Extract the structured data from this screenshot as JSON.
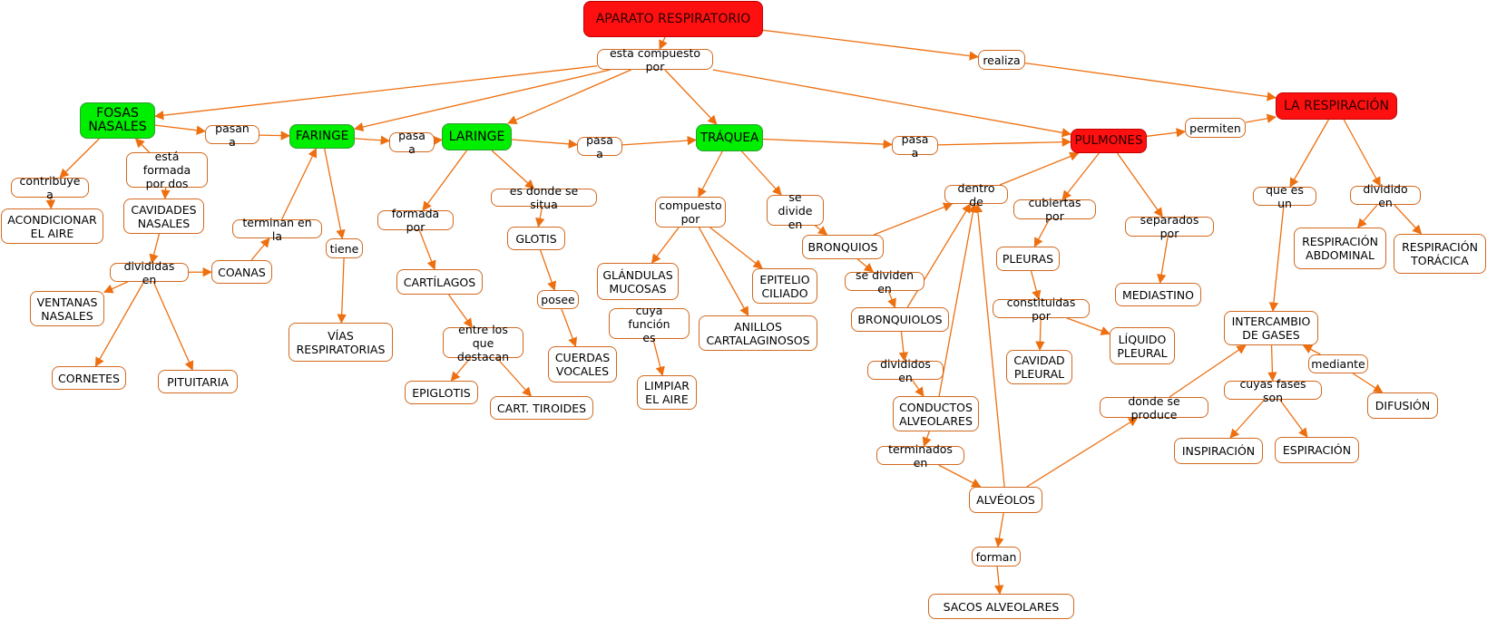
{
  "colors": {
    "link": "#ee6f0f",
    "main_node": "#ff1010",
    "section_node": "#00ee00",
    "node_border": "#d2691e"
  },
  "nodes": {
    "aparato": "APARATO RESPIRATORIO",
    "compuesto": "esta compuesto por",
    "realiza": "realiza",
    "respiracion": "LA RESPIRACIÓN",
    "fosas": "FOSAS\nNASALES",
    "pasan_a": "pasan a",
    "faringe": "FARINGE",
    "pasa_a1": "pasa a",
    "laringe": "LARINGE",
    "pasa_a2": "pasa a",
    "traquea": "TRÁQUEA",
    "pasa_a3": "pasa a",
    "pulmones": "PULMONES",
    "permiten": "permiten",
    "contribuye": "contribuye a",
    "acondicionar": "ACONDICIONAR\nEL AIRE",
    "formada_dos": "está formada\npor dos",
    "cavidades": "CAVIDADES\nNASALES",
    "divididas_en": "divididas en",
    "coanas": "COANAS",
    "terminan": "terminan en la",
    "ventanas": "VENTANAS\nNASALES",
    "cornetes": "CORNETES",
    "pituitaria": "PITUITARIA",
    "tiene": "tiene",
    "vias": "VÍAS\nRESPIRATORIAS",
    "formada_por": "formada por",
    "cartilagos": "CARTÍLAGOS",
    "entre": "entre los que\ndestacan",
    "epiglotis": "EPIGLOTIS",
    "tiroides": "CART. TIROIDES",
    "donde_situa": "es donde se situa",
    "glotis": "GLOTIS",
    "posee": "posee",
    "cuerdas": "CUERDAS\nVOCALES",
    "compuesto_por": "compuesto\npor",
    "glandulas": "GLÁNDULAS\nMUCOSAS",
    "cuya_funcion": "cuya función\nes",
    "limpiar": "LIMPIAR\nEL AIRE",
    "anillos": "ANILLOS\nCARTALAGINOSOS",
    "epitelio": "EPITELIO\nCILIADO",
    "se_divide": "se divide\nen",
    "bronquios": "BRONQUIOS",
    "se_dividen": "se dividen en",
    "bronquiolos": "BRONQUIOLOS",
    "divididos_en": "divididos en",
    "conductos": "CONDUCTOS\nALVEOLARES",
    "terminados": "terminados en",
    "alveolos": "ALVÉOLOS",
    "forman": "forman",
    "sacos": "SACOS ALVEOLARES",
    "dentro": "dentro de",
    "cubiertas": "cubiertas por",
    "pleuras": "PLEURAS",
    "constituidas": "constituidas por",
    "cavidad_pleural": "CAVIDAD\nPLEURAL",
    "liquido": "LÍQUIDO\nPLEURAL",
    "separados": "separados por",
    "mediastino": "MEDIASTINO",
    "que_es_un": "que es un",
    "dividido_en": "dividido en",
    "abdominal": "RESPIRACIÓN\nABDOMINAL",
    "toracica": "RESPIRACIÓN\nTORÁCICA",
    "intercambio": "INTERCAMBIO\nDE GASES",
    "mediante": "mediante",
    "difusion": "DIFUSIÓN",
    "cuyas_fases": "cuyas fases son",
    "inspiracion": "INSPIRACIÓN",
    "espiracion": "ESPIRACIÓN",
    "donde_produce": "donde se produce"
  },
  "links": [
    [
      "aparato",
      "compuesto"
    ],
    [
      "aparato",
      "realiza"
    ],
    [
      "realiza",
      "respiracion"
    ],
    [
      "compuesto",
      "fosas"
    ],
    [
      "compuesto",
      "faringe"
    ],
    [
      "compuesto",
      "laringe"
    ],
    [
      "compuesto",
      "traquea"
    ],
    [
      "compuesto",
      "pulmones"
    ],
    [
      "fosas",
      "pasan_a"
    ],
    [
      "pasan_a",
      "faringe"
    ],
    [
      "faringe",
      "pasa_a1"
    ],
    [
      "pasa_a1",
      "laringe"
    ],
    [
      "laringe",
      "pasa_a2"
    ],
    [
      "pasa_a2",
      "traquea"
    ],
    [
      "traquea",
      "pasa_a3"
    ],
    [
      "pasa_a3",
      "pulmones"
    ],
    [
      "pulmones",
      "permiten"
    ],
    [
      "permiten",
      "respiracion"
    ],
    [
      "fosas",
      "contribuye"
    ],
    [
      "contribuye",
      "acondicionar"
    ],
    [
      "formada_dos",
      "fosas"
    ],
    [
      "formada_dos",
      "cavidades"
    ],
    [
      "cavidades",
      "divididas_en"
    ],
    [
      "divididas_en",
      "coanas"
    ],
    [
      "divididas_en",
      "ventanas"
    ],
    [
      "divididas_en",
      "cornetes"
    ],
    [
      "divididas_en",
      "pituitaria"
    ],
    [
      "coanas",
      "terminan"
    ],
    [
      "terminan",
      "faringe"
    ],
    [
      "faringe",
      "tiene"
    ],
    [
      "tiene",
      "vias"
    ],
    [
      "laringe",
      "formada_por"
    ],
    [
      "formada_por",
      "cartilagos"
    ],
    [
      "cartilagos",
      "entre"
    ],
    [
      "entre",
      "epiglotis"
    ],
    [
      "entre",
      "tiroides"
    ],
    [
      "laringe",
      "donde_situa"
    ],
    [
      "donde_situa",
      "glotis"
    ],
    [
      "glotis",
      "posee"
    ],
    [
      "posee",
      "cuerdas"
    ],
    [
      "traquea",
      "compuesto_por"
    ],
    [
      "compuesto_por",
      "glandulas"
    ],
    [
      "compuesto_por",
      "anillos"
    ],
    [
      "compuesto_por",
      "epitelio"
    ],
    [
      "cuya_funcion",
      "limpiar"
    ],
    [
      "traquea",
      "se_divide"
    ],
    [
      "se_divide",
      "bronquios"
    ],
    [
      "bronquios",
      "dentro"
    ],
    [
      "bronquios",
      "se_dividen"
    ],
    [
      "se_dividen",
      "bronquiolos"
    ],
    [
      "bronquiolos",
      "dentro"
    ],
    [
      "bronquiolos",
      "divididos_en"
    ],
    [
      "divididos_en",
      "conductos"
    ],
    [
      "conductos",
      "dentro"
    ],
    [
      "conductos",
      "terminados"
    ],
    [
      "terminados",
      "alveolos"
    ],
    [
      "alveolos",
      "dentro"
    ],
    [
      "alveolos",
      "forman"
    ],
    [
      "forman",
      "sacos"
    ],
    [
      "alveolos",
      "donde_produce"
    ],
    [
      "donde_produce",
      "intercambio"
    ],
    [
      "dentro",
      "pulmones"
    ],
    [
      "pulmones",
      "cubiertas"
    ],
    [
      "cubiertas",
      "pleuras"
    ],
    [
      "pleuras",
      "constituidas"
    ],
    [
      "constituidas",
      "cavidad_pleural"
    ],
    [
      "constituidas",
      "liquido"
    ],
    [
      "pulmones",
      "separados"
    ],
    [
      "separados",
      "mediastino"
    ],
    [
      "respiracion",
      "que_es_un"
    ],
    [
      "que_es_un",
      "intercambio"
    ],
    [
      "respiracion",
      "dividido_en"
    ],
    [
      "dividido_en",
      "abdominal"
    ],
    [
      "dividido_en",
      "toracica"
    ],
    [
      "intercambio",
      "cuyas_fases"
    ],
    [
      "cuyas_fases",
      "inspiracion"
    ],
    [
      "cuyas_fases",
      "espiracion"
    ],
    [
      "mediante",
      "intercambio"
    ],
    [
      "mediante",
      "difusion"
    ]
  ]
}
